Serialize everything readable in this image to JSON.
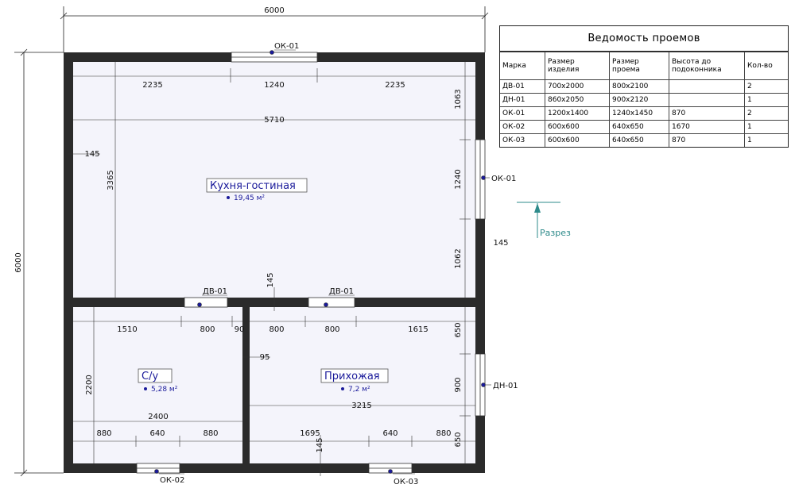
{
  "plan": {
    "overall_dims": {
      "width": "6000",
      "height": "6000"
    },
    "top_dims": [
      "2235",
      "1240",
      "2235"
    ],
    "inner_width": "5710",
    "wall_offset": "145",
    "right_dims": [
      "1063",
      "1240",
      "1062"
    ],
    "right_wall": "145",
    "room_height": "3365",
    "door_wall": "145",
    "lower_left_top_dims": [
      "1510",
      "800",
      "90"
    ],
    "lower_right_top_dims": [
      "800",
      "800",
      "1615"
    ],
    "partition": "95",
    "lower_right_dims": [
      "650",
      "900",
      "650"
    ],
    "bath_height": "2200",
    "bath_width": "2400",
    "hall_width": "3215",
    "bottom_left_dims": [
      "880",
      "640",
      "880"
    ],
    "bottom_right_dims": [
      "1695",
      "640",
      "880"
    ],
    "bottom_wall": "145",
    "section_label": "Разрез",
    "tags": {
      "ok01_top": "ОК-01",
      "ok01_right": "ОК-01",
      "dv01_a": "ДВ-01",
      "dv01_b": "ДВ-01",
      "dn01": "ДН-01",
      "ok02": "ОК-02",
      "ok03": "ОК-03"
    },
    "rooms": [
      {
        "name": "Кухня-гостиная",
        "area": "19,45 м²"
      },
      {
        "name": "С/у",
        "area": "5,28 м²"
      },
      {
        "name": "Прихожая",
        "area": "7,2 м²"
      }
    ],
    "colors": {
      "wall": "#2b2b2b",
      "floor": "#f4f4fb",
      "label": "#1a1a9a",
      "section": "#2e8b8b"
    }
  },
  "schedule": {
    "title": "Ведомость проемов",
    "headers": [
      "Марка",
      "Размер изделия",
      "Размер проема",
      "Высота до подоконника",
      "Кол-во"
    ],
    "rows": [
      [
        "ДВ-01",
        "700х2000",
        "800х2100",
        "",
        "2"
      ],
      [
        "ДН-01",
        "860х2050",
        "900х2120",
        "",
        "1"
      ],
      [
        "ОК-01",
        "1200х1400",
        "1240х1450",
        "870",
        "2"
      ],
      [
        "ОК-02",
        "600х600",
        "640х650",
        "1670",
        "1"
      ],
      [
        "ОК-03",
        "600х600",
        "640х650",
        "870",
        "1"
      ]
    ]
  }
}
